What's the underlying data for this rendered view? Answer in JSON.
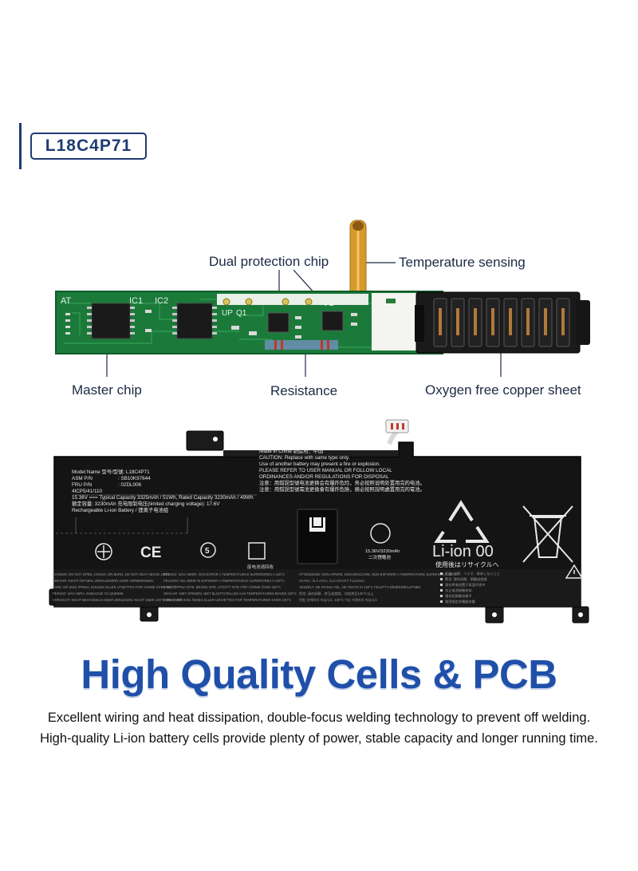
{
  "model_badge": "L18C4P71",
  "callouts": {
    "dual_protection_chip": "Dual protection chip",
    "temperature_sensing": "Temperature sensing",
    "master_chip": "Master chip",
    "resistance": "Resistance",
    "oxygen_free_copper_sheet": "Oxygen free copper sheet"
  },
  "pcb_silkscreen": {
    "ic1": "IC1",
    "ic2": "IC2",
    "at": "AT",
    "up": "UP",
    "q1": "Q1",
    "vg": "VG"
  },
  "battery_label": {
    "model_name": "Model Name 型号/型號: L18C4P71",
    "asm_pn": "ASM P/N",
    "asm_value": ": SB10K97644",
    "fru_pn": "FRU P/N",
    "fru_value": ": 02DL006",
    "cell_code": "4ICP5/41/110",
    "capacity_line": "15.36V === Typical Capacity 3325mAh / 51Wh, Rated Capacity 3230mAh / 49Wh",
    "charge_line": "额定容量: 3230mAh    充电限制电压(limited charging voltage): 17.6V",
    "chemistry": "Rechargeable Li-ion Battery / 锂离子电池组",
    "made_in": "Made in China  制造地：中国",
    "caution_1": "CAUTION: Replace with same type only.",
    "caution_2": "Use of another battery may present a fire or explosion.",
    "caution_3": "PLEASE REFER TO USER MANUAL OR FOLLOW LOCAL",
    "caution_4": "ORDINANCES AND/OR REGULATIONS FOR DISPOSAL",
    "caution_5": "注意：用錯誤型號电池更换会有爆炸危险，务必按照说明处置用完的电池。",
    "caution_6": "注意：用錯誤型號電池更換會有爆炸危險，務必按照說明處置用完的電池。",
    "liion_text": "Li-ion 00",
    "recycle_jp": "使用後はリサイクルへ",
    "small_rating": "15.36V/3230mAh",
    "small_rating_2": "二次锂電池",
    "recycle_cn": "废电池请回收",
    "ce_mark": "CE",
    "warn_col1": [
      "DANGER: DO NOT OPEN, CRUSH, OR BURN. DO NOT HEAT ABOVE 100°C",
      "GEFAHR: NICHT ÖFFNEN, ZERKLEINERN ODER VERBRENNEN.",
      "FARE: MÅ IKKE ÅPNES, KNUSES ELLER UTSETTES FOR VARME OVER 100°C",
      "PERIGO: NÃO ABRA, ESMAGUE OU QUEIME.",
      "VORSICHT: NICHT BEHANDELN ODER ZERLEGEN. NICHT ÜBER 100°C ERHITZEN"
    ],
    "warn_col2": [
      "PERIGO: NÃO ABRIR, NÃO EXPOR A TEMPERATURAS SUPERIORES A 100°C",
      "PELIGRO: NO ABRIR NI EXPONER A TEMPERATURAS SUPERIORES A 100°C",
      "FARA: ÖPPNA INTE, BRÄNN INTE, UTSÄTT INTE FÖR VÄRME ÖVER 100°C",
      "GEVAAR: NIET OPENEN, NIET BLOOTSTELLEN AAN TEMPERATUREN BOVEN 100°C",
      "FARLIG: MÅ IKKE ÅBNES ELLER UDSÆTTES FOR TEMPERATURER OVER 100°C"
    ],
    "warn_col3": [
      "ATTENZIONE: NON APRIRE, NON BRUCIARE, NON ESPORRE A TEMPERATURE SUPERIORI A 100°C",
      "VAARA: ÄLÄ AVAA, ÄLÄ HÄVITÄ TULESSA",
      "VESZÉLY: NE NYISSA FEL, NE TEGYE KI 100°C FELETTI HŐMÉRSÉKLETNEK",
      "危险: 请勿拆解、挤压或焚烧，勿加热至100°C以上",
      "위험: 분해하지 마십시오. 100°C 이상 가열하지 마십시오"
    ],
    "warn_col4": [
      "危険: 分解、つぶす、焼却しないこと",
      "警告: 請勿拆解、擠壓或焚燒",
      "请勿将电池置于高温环境中",
      "勿让电池接触液体",
      "請勿短路電池端子",
      "限用指定充電器充電"
    ]
  },
  "headline": "High Quality Cells & PCB",
  "description_line_1": "Excellent wiring and heat dissipation, double-focus welding technology to prevent off welding.",
  "description_line_2": "High-quality Li-ion battery cells provide plenty of power, stable capacity and longer running time.",
  "colors": {
    "navy": "#1f3b73",
    "headline_blue": "#1f4fa8",
    "pcb_green": "#1b7a3a",
    "battery_black": "#141414"
  }
}
